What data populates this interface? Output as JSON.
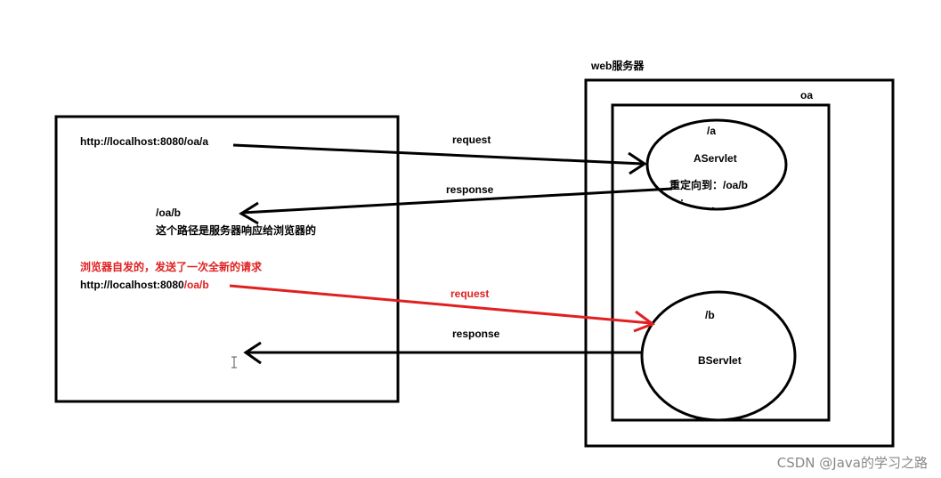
{
  "server": {
    "title": "web服务器",
    "app_label": "oa",
    "aservlet": {
      "path": "/a",
      "name": "AServlet",
      "note": "重定向到：/oa/b"
    },
    "bservlet": {
      "path": "/b",
      "name": "BServlet"
    }
  },
  "browser": {
    "url1": "http://localhost:8080/oa/a",
    "redirect_path": "/oa/b",
    "redirect_note": "这个路径是服务器响应给浏览器的",
    "new_request_note": "浏览器自发的，发送了一次全新的请求",
    "url2_prefix": "http://localhost:8080",
    "url2_suffix": "/oa/b"
  },
  "arrows": {
    "request1": "request",
    "response1": "response",
    "request2": "request",
    "response2": "response"
  },
  "colors": {
    "line": "#000000",
    "highlight": "#e02020"
  },
  "watermark": "CSDN @Java的学习之路"
}
